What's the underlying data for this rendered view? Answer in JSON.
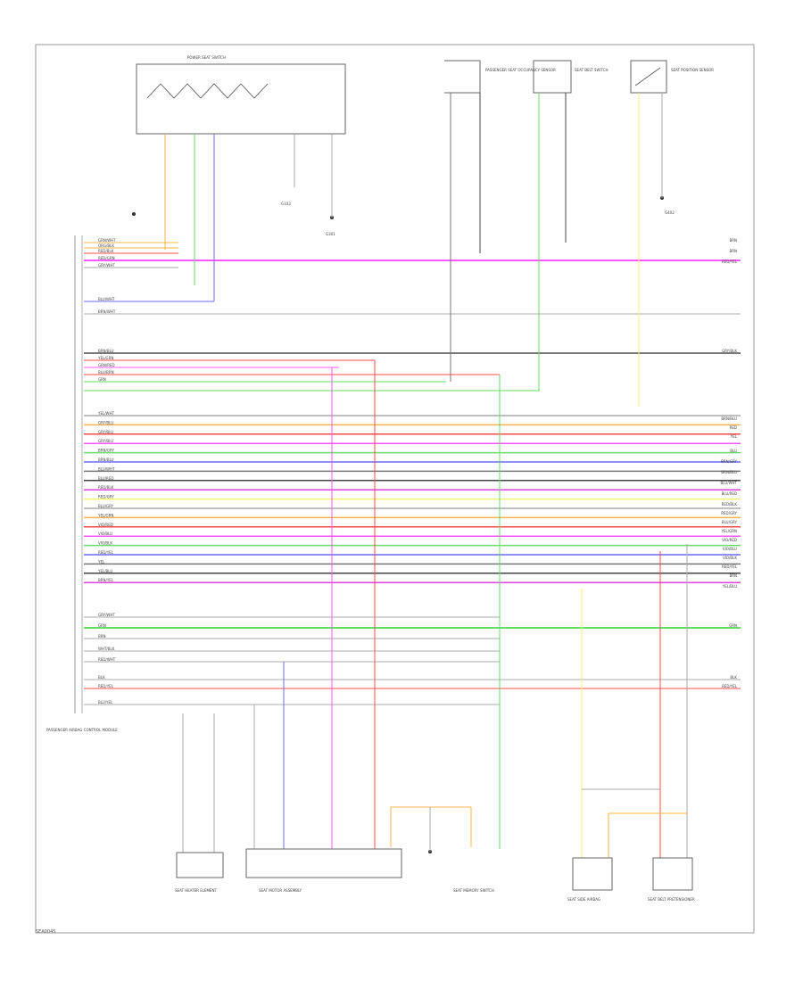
{
  "document": {
    "id": "SEA0045"
  },
  "colors": {
    "frame": "#999999",
    "wire_default": "#aaaaaa",
    "red": "#ff4a4a",
    "pink": "#ff55ff",
    "magenta": "#e040e0",
    "green": "#66dd66",
    "yellow": "#f3f36a",
    "blue": "#6a6aff",
    "orange": "#ffb347",
    "gray": "#777777",
    "black": "#444444"
  },
  "components": {
    "top_switch": {
      "label": "POWER SEAT SWITCH"
    },
    "top_sensor_1": {
      "label": "PASSENGER SEAT OCCUPANCY SENSOR"
    },
    "top_sensor_2": {
      "label": "SEAT BELT SWITCH"
    },
    "top_sensor_3": {
      "label": "SEAT POSITION SENSOR"
    },
    "main_module": {
      "label": "PASSENGER AIRBAG CONTROL MODULE"
    },
    "bottom_motor_left": {
      "label": "SEAT HEATER ELEMENT"
    },
    "bottom_module_center": {
      "label": "SEAT MOTOR ASSEMBLY"
    },
    "bottom_switch_mid": {
      "label": "SEAT MEMORY SWITCH"
    },
    "bottom_right_1": {
      "label": "SEAT SIDE AIRBAG"
    },
    "bottom_right_2": {
      "label": "SEAT BELT PRETENSIONER"
    }
  },
  "grounds": [
    {
      "label": "G103"
    },
    {
      "label": "G301"
    },
    {
      "label": "G402"
    }
  ],
  "wire_labels": {
    "left_block_a": [
      "GRN/WHT",
      "ORG/BLK",
      "RED/BLK",
      "RED/GRN",
      "GRY/WHT",
      "BLU/WHT",
      "BRN/WHT"
    ],
    "left_block_b": [
      "BRN/BLU",
      "YEL/GRN",
      "GRN/RED",
      "BLU/BRN",
      "GRN"
    ],
    "left_block_c": [
      "YEL/WHT",
      "GRY/BLU",
      "GRY/BLU",
      "GRY/BLU",
      "BRN/GRY",
      "BRN/BLU",
      "BLU/WHT",
      "BLU/RED",
      "RED/BLK",
      "RED/GRY",
      "BLU/GRY",
      "YEL/GRN",
      "VIO/RED",
      "VIO/BLU",
      "VIO/BLK",
      "RED/YEL",
      "YEL",
      "YEL/BLU",
      "BRN/YEL"
    ],
    "left_block_d": [
      "GRY/WHT",
      "GRN",
      "BRN",
      "WHT/BLK",
      "RED/WHT",
      "BLK",
      "RED/YEL",
      "BLU/YEL"
    ],
    "right_labels": [
      "BRN",
      "BRN",
      "RED/YEL",
      "GRY/BLK",
      "BRN/BLU",
      "RED",
      "YEL",
      "BLU",
      "BRN/GRY",
      "BRN/BLU",
      "BLU/WHT",
      "BLU/RED",
      "RED/BLK",
      "RED/GRY",
      "BLU/GRY",
      "YEL/GRN",
      "VIO/RED",
      "VIO/BLU",
      "VIO/BLK",
      "RED/YEL",
      "BRN",
      "YEL/BLU",
      "GRN",
      "BLK",
      "RED/YEL"
    ]
  }
}
